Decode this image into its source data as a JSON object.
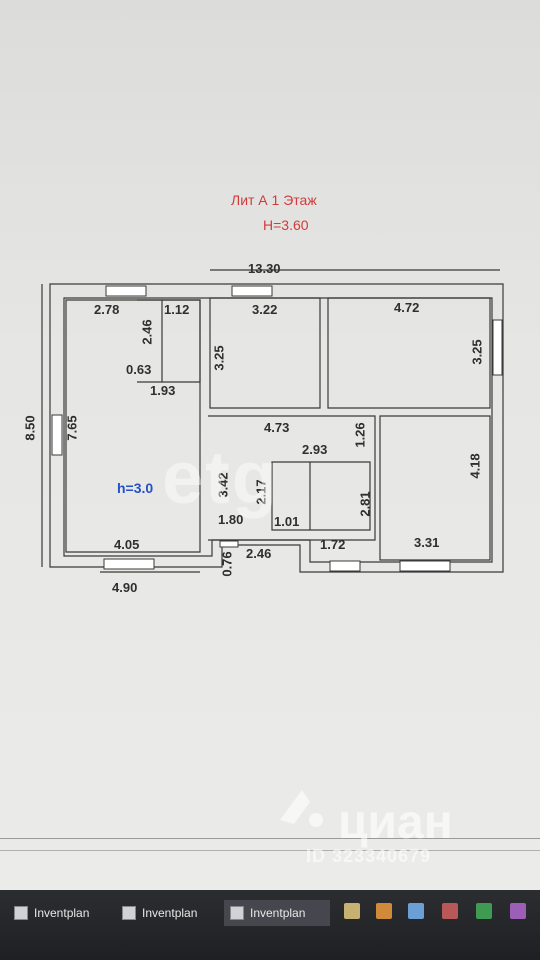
{
  "plan": {
    "title_line1": "Лит А   1 Этаж",
    "title_line2": "H=3.60",
    "height_label": "h=3.0",
    "dims": {
      "top_total": "13.30",
      "left_total": "8.50",
      "left_inner": "7.65",
      "d278": "2.78",
      "d112": "1.12",
      "d246a": "2.46",
      "d063": "0.63",
      "d193": "1.93",
      "d325a": "3.25",
      "d322": "3.22",
      "d472": "4.72",
      "d325b": "3.25",
      "d473": "4.73",
      "d126": "1.26",
      "d293": "2.93",
      "d342": "3.42",
      "d217": "2.17",
      "d281": "2.81",
      "d418": "4.18",
      "d180": "1.80",
      "d101": "1.01",
      "d405": "4.05",
      "d172": "1.72",
      "d331": "3.31",
      "d076": "0.76",
      "d246b": "2.46",
      "d490": "4.90"
    }
  },
  "watermark": {
    "etg": "etg",
    "cian": "циан",
    "id": "ID 323340679"
  },
  "taskbar": {
    "items": [
      "Inventplan",
      "Inventplan",
      "Inventplan"
    ]
  },
  "colors": {
    "title": "#d23b3b",
    "height_label": "#2450c8",
    "taskbar": "#24262a"
  }
}
